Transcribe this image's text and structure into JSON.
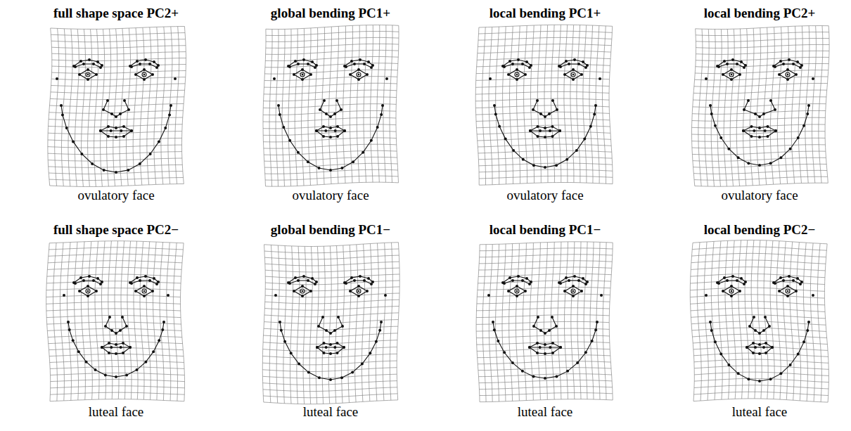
{
  "diagram": {
    "labels": [
      "full shape space PC2+",
      "global bending PC1+",
      "local bending PC1+",
      "local bending PC2+",
      "ovulatory face",
      "ovulatory face",
      "ovulatory face",
      "ovulatory face",
      "full shape space PC2−",
      "global bending PC1−",
      "local bending PC1−",
      "local bending PC2−",
      "luteal face",
      "luteal face",
      "luteal face",
      "luteal face"
    ]
  }
}
